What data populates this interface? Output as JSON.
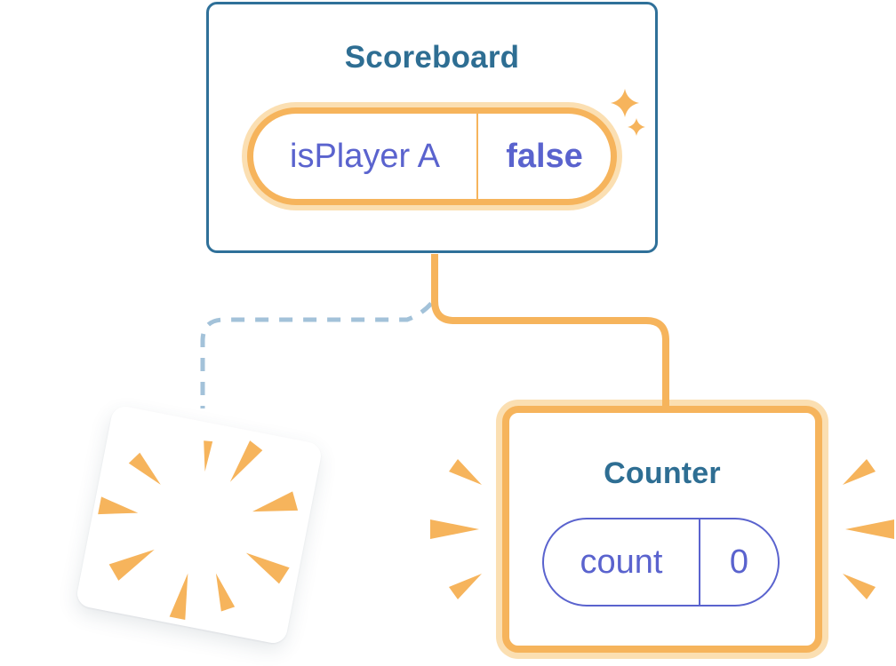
{
  "colors": {
    "orange": "#F6B45C",
    "orange_halo": "#FBDFB2",
    "teal": "#2E6E93",
    "blue_border": "#2F7099",
    "purple": "#5A63CE",
    "dash_blue": "#A3C2D9"
  },
  "scoreboard": {
    "title": "Scoreboard",
    "state": {
      "name": "isPlayer A",
      "value": "false"
    }
  },
  "counter": {
    "title": "Counter",
    "state": {
      "name": "count",
      "value": "0"
    }
  }
}
